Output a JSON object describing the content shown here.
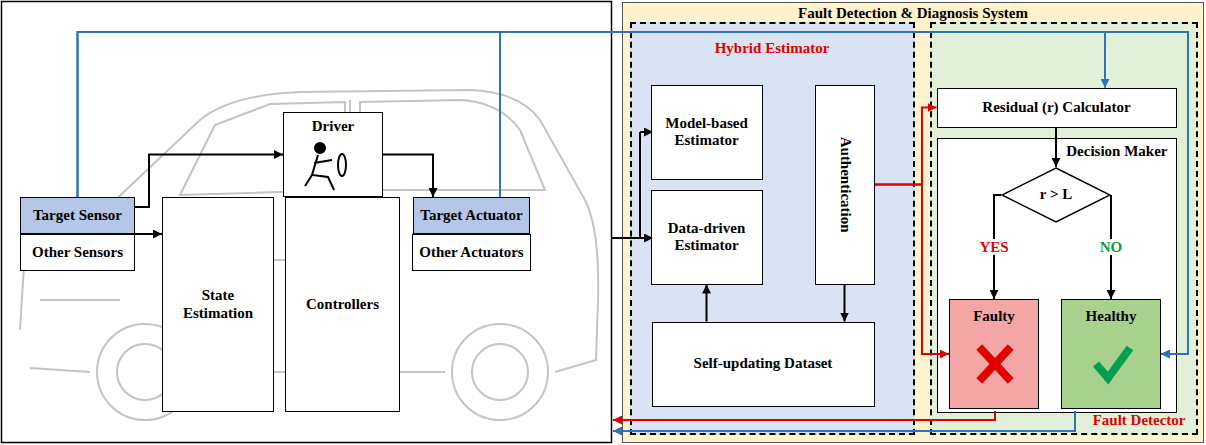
{
  "diagram": {
    "nodes": [
      {
        "text": [
          "Target Sensor"
        ]
      },
      {
        "text": [
          "Other Sensors"
        ]
      },
      {
        "text": [
          "State Estimation"
        ]
      },
      {
        "text": [
          "Driver"
        ]
      },
      {
        "text": [
          "Controllers"
        ]
      },
      {
        "text": [
          "Target Actuator"
        ]
      },
      {
        "text": [
          "Other Actuators"
        ]
      },
      {
        "text": [
          "Fault Detection & Diagnosis System"
        ]
      },
      {
        "text": [
          "Hybrid Estimator"
        ],
        "in": 7
      },
      {
        "text": [
          "Model-based Estimator"
        ],
        "in": 8
      },
      {
        "text": [
          "Data-driven Estimator"
        ],
        "in": 8
      },
      {
        "text": [
          "Authentication"
        ],
        "in": 8
      },
      {
        "text": [
          "Self-updating Dataset"
        ],
        "in": 8
      },
      {
        "text": [
          "Fault Detector"
        ],
        "in": 7
      },
      {
        "text": [
          "Residual (r) Calculator"
        ],
        "in": 13
      },
      {
        "text": [
          "Decision Maker"
        ],
        "in": 13
      },
      {
        "text": [
          "r > L"
        ],
        "in": 15
      },
      {
        "text": [
          "Faulty"
        ],
        "in": 15
      },
      {
        "text": [
          "Healthy"
        ],
        "in": 15
      }
    ],
    "edges": [
      {
        "from": 0,
        "to": 2,
        "arrow": "to"
      },
      {
        "from": 0,
        "to": 3,
        "arrow": "to"
      },
      {
        "from": 3,
        "to": 5,
        "arrow": "to"
      },
      {
        "from": 12,
        "to": 10,
        "arrow": "to"
      },
      {
        "from": 11,
        "to": 12,
        "arrow": "to"
      },
      {
        "from": 11,
        "to": 14,
        "arrow": "to"
      },
      {
        "from": 11,
        "to": 17,
        "arrow": "to"
      },
      {
        "from": 0,
        "to": 14,
        "arrow": "to"
      },
      {
        "from": 5,
        "to": 14,
        "arrow": "to"
      },
      {
        "from": 0,
        "to": 18,
        "arrow": "to"
      },
      {
        "from": 5,
        "to": 18,
        "arrow": "to"
      },
      {
        "from": 14,
        "to": 16,
        "arrow": "to"
      },
      {
        "from": 16,
        "to": 17,
        "arrow": "to",
        "label": "YES"
      },
      {
        "from": 16,
        "to": 18,
        "arrow": "to",
        "label": "NO"
      }
    ]
  }
}
